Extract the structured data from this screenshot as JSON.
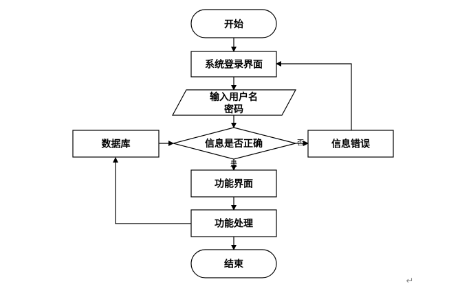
{
  "diagram": {
    "nodes": {
      "start": "开始",
      "login": "系统登录界面",
      "input_line1": "输入用户名",
      "input_line2": "密码",
      "decision": "信息是否正确",
      "database": "数据库",
      "error": "信息错误",
      "function_ui": "功能界面",
      "function_proc": "功能处理",
      "end": "结束"
    },
    "edge_labels": {
      "yes": "是",
      "no": "否"
    },
    "paragraph_mark": "↵"
  }
}
